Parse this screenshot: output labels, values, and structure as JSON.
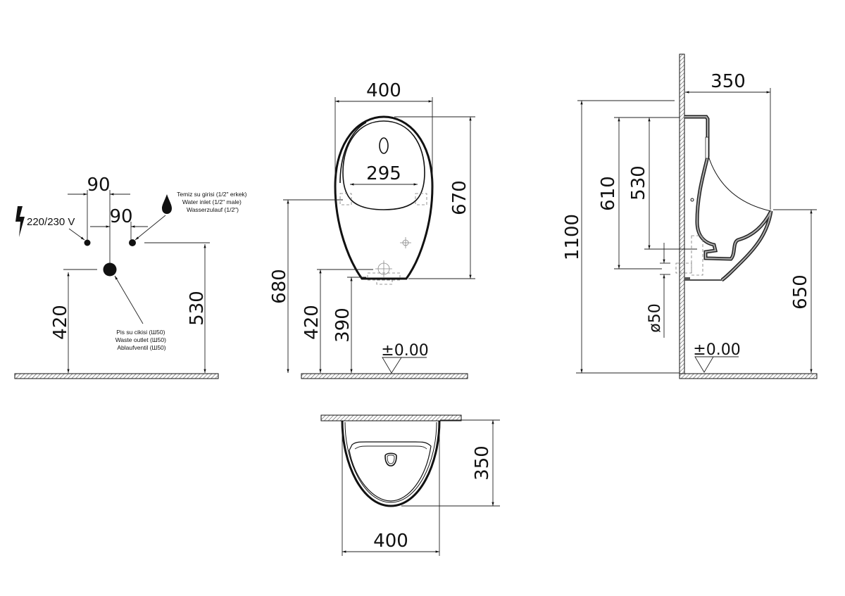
{
  "drawing": {
    "title": "Urinal technical drawing",
    "colors": {
      "line": "#111111",
      "hatch": "#555555",
      "background": "#ffffff"
    }
  },
  "connections_view": {
    "dims": {
      "spacing_left": "90",
      "spacing_right": "90",
      "waste_height": "420",
      "inlet_height": "530"
    },
    "electric": {
      "icon": "lightning-bolt-icon",
      "label": "220/230 V"
    },
    "water_inlet": {
      "icon": "water-drop-icon",
      "lines": [
        "Temiz su girisi (1/2\" erkek)",
        "Water inlet (1/2\" male)",
        "Wasserzulauf (1/2\")"
      ]
    },
    "waste_outlet": {
      "lines": [
        "Pis su cikisi (Ш50)",
        "Waste outlet (Ш50)",
        "Ablaufventil (Ш50)"
      ]
    }
  },
  "front_view": {
    "dims": {
      "width": "400",
      "inner_width": "295",
      "height": "670",
      "top_mount_height": "680",
      "waste_height": "420",
      "bottom_height": "390",
      "floor_level": "±0.00"
    }
  },
  "side_view": {
    "dims": {
      "depth": "350",
      "total_height": "1100",
      "height_610": "610",
      "height_530": "530",
      "rim_height": "650",
      "outlet_diameter": "ø50",
      "floor_level": "±0.00"
    }
  },
  "top_view": {
    "dims": {
      "depth": "350",
      "width": "400"
    }
  }
}
